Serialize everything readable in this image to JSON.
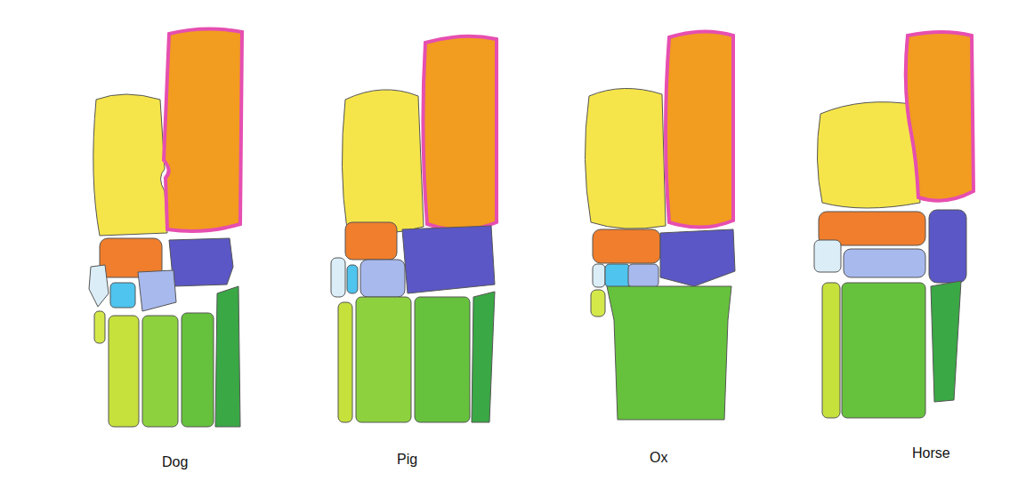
{
  "diagram": {
    "labels": [
      "Dog",
      "Pig",
      "Ox",
      "Horse"
    ]
  }
}
